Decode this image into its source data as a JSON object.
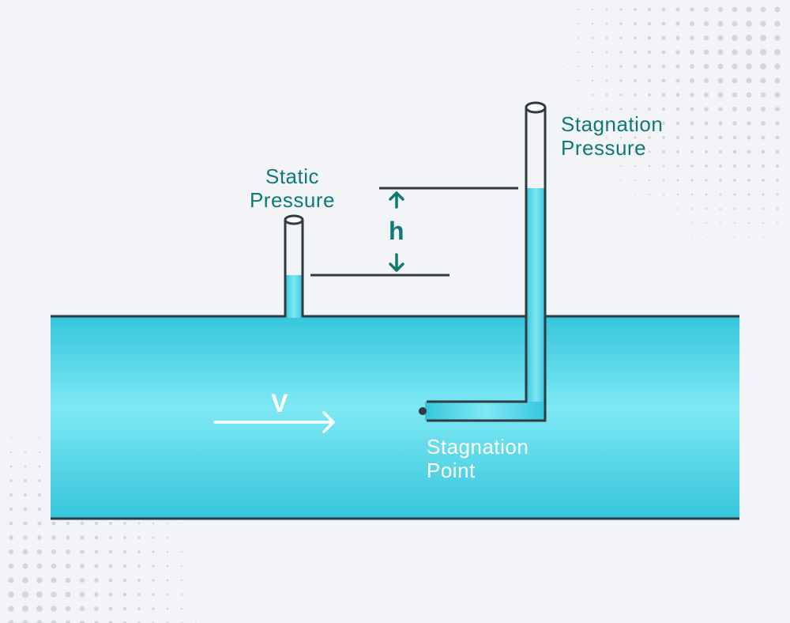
{
  "labels": {
    "static_pressure": [
      "Static",
      "Pressure"
    ],
    "stagnation_pressure": [
      "Stagnation",
      "Pressure"
    ],
    "stagnation_point": [
      "Stagnation",
      "Point"
    ],
    "height": "h",
    "velocity": "V"
  },
  "colors": {
    "background": "#f3f4f8",
    "fluid_edge": "#35c6dc",
    "fluid_center": "#7ee8f3",
    "outline": "#2f3b40",
    "label_teal": "#0f7a73",
    "arrow": "#ffffff"
  }
}
